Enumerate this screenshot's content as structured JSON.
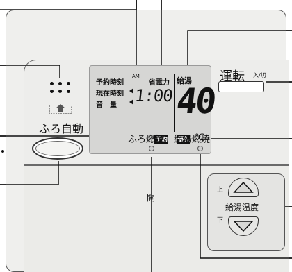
{
  "lcd": {
    "reserve_time_label": "予約時刻",
    "am_label": "AM",
    "power_save_label": "省電力",
    "current_time_label": "現在時刻",
    "volume_label": "音　量",
    "time_value": "1:00",
    "hot_water_label": "給湯",
    "temperature_value": "40",
    "reservation_badge": "予約",
    "priority_badge": "優先",
    "unit": "℃"
  },
  "controls": {
    "bath_auto_label": "ふろ自動",
    "bath_burn_label": "ふろ燃焼",
    "hot_water_burn_label": "給湯燃焼",
    "run_label": "運転",
    "run_sub_label": "入/切",
    "open_label": "開",
    "up_label": "上",
    "down_label": "下",
    "temp_label": "給湯温度"
  },
  "icons": {
    "up": "triangle-up-icon",
    "down": "triangle-down-icon",
    "bath": "bath-tub-icon",
    "speaker": "speaker-grille-icon"
  },
  "colors": {
    "panel": "#efefed",
    "lcd": "#d6d6d4",
    "ink": "#111111"
  }
}
